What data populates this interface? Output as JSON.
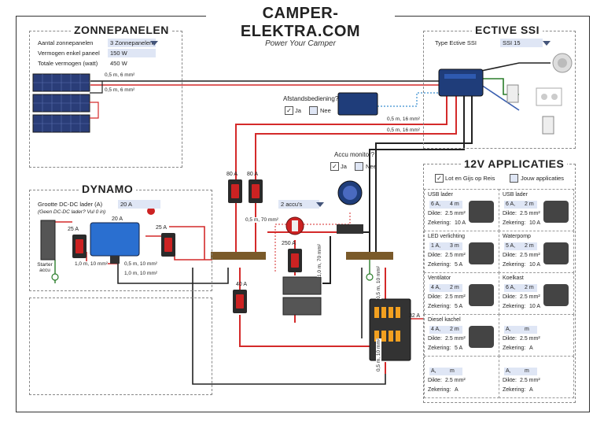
{
  "header": {
    "title": "CAMPER-ELEKTRA.COM",
    "subtitle": "Power Your Camper"
  },
  "solar": {
    "title": "ZONNEPANELEN",
    "rows": [
      {
        "label": "Aantal zonnepanelen",
        "value": "3 Zonnepanelen"
      },
      {
        "label": "Vermogen enkel paneel",
        "value": "150 W"
      },
      {
        "label": "Totale vermogen (watt)",
        "value": "450 W"
      }
    ],
    "wire1": "0,5 m, 6 mm²",
    "wire2": "0,5 m, 6 mm²"
  },
  "dynamo": {
    "title": "DYNAMO",
    "dcdc_label": "Grootte DC-DC lader (A)",
    "dcdc_value": "20 A",
    "dcdc_note": "(Geen DC-DC lader? Vul 0 in)",
    "starter": "Starter accu",
    "fuse1": "25 A",
    "charger": "20 A",
    "fuse2": "25 A",
    "wire1": "1,0 m, 10 mm²",
    "wire2": "0,5 m, 10 mm²",
    "wire3": "1,0 m, 10 mm²"
  },
  "ssi": {
    "title": "ECTIVE SSI",
    "type_label": "Type Ective SSI",
    "type_value": "SSI 15",
    "wire1": "0,5 m, 16 mm²",
    "wire2": "0,5 m, 16 mm²"
  },
  "remote": {
    "question": "Afstandsbediening?",
    "yes": "Ja",
    "no": "Nee"
  },
  "monitor": {
    "question": "Accu monitor?",
    "yes": "Ja",
    "no": "Nee"
  },
  "center": {
    "fuse80a": "80 A",
    "fuse80b": "80 A",
    "accus": "2 accu's",
    "wire_main": "0,5 m, 70 mm²",
    "fuse250": "250 A",
    "wire_vert": "1,0 m, 70 mm²",
    "fuse40": "40 A",
    "wire_right": "0,5 m, 10 mm²",
    "fuse32": "32 A",
    "wire_bottom": "0,5 m, 10 mm²"
  },
  "apps": {
    "title": "12V APPLICATIES",
    "opt1": "Lot en Gijs op Reis",
    "opt2": "Jouw applicaties",
    "dikte": "Dikte:",
    "zekering": "Zekering:",
    "cards": [
      {
        "name": "USB lader",
        "amp": "6 A,",
        "len": "4 m",
        "thick": "2.5 mm²",
        "fuse": "10 A"
      },
      {
        "name": "USB lader",
        "amp": "6 A,",
        "len": "2 m",
        "thick": "2.5 mm²",
        "fuse": "10 A"
      },
      {
        "name": "LED verlichting",
        "amp": "1 A,",
        "len": "3 m",
        "thick": "2.5 mm²",
        "fuse": "5 A"
      },
      {
        "name": "Waterpomp",
        "amp": "5 A,",
        "len": "2 m",
        "thick": "2.5 mm²",
        "fuse": "10 A"
      },
      {
        "name": "Ventilator",
        "amp": "4 A,",
        "len": "2 m",
        "thick": "2.5 mm²",
        "fuse": "5 A"
      },
      {
        "name": "Koelkast",
        "amp": "6 A,",
        "len": "2 m",
        "thick": "2.5 mm²",
        "fuse": "10 A"
      },
      {
        "name": "Diesel kachel",
        "amp": "4 A,",
        "len": "2 m",
        "thick": "2.5 mm²",
        "fuse": "5 A"
      },
      {
        "name": "",
        "amp": "A,",
        "len": "m",
        "thick": "2.5 mm²",
        "fuse": "A"
      },
      {
        "name": "",
        "amp": "A,",
        "len": "m",
        "thick": "2.5 mm²",
        "fuse": "A"
      },
      {
        "name": "",
        "amp": "A,",
        "len": "m",
        "thick": "2.5 mm²",
        "fuse": "A"
      }
    ]
  },
  "colors": {
    "positive": "#d42a2a",
    "negative": "#222222",
    "accent": "#dfe6f5",
    "ground": "#2a7d2a"
  }
}
